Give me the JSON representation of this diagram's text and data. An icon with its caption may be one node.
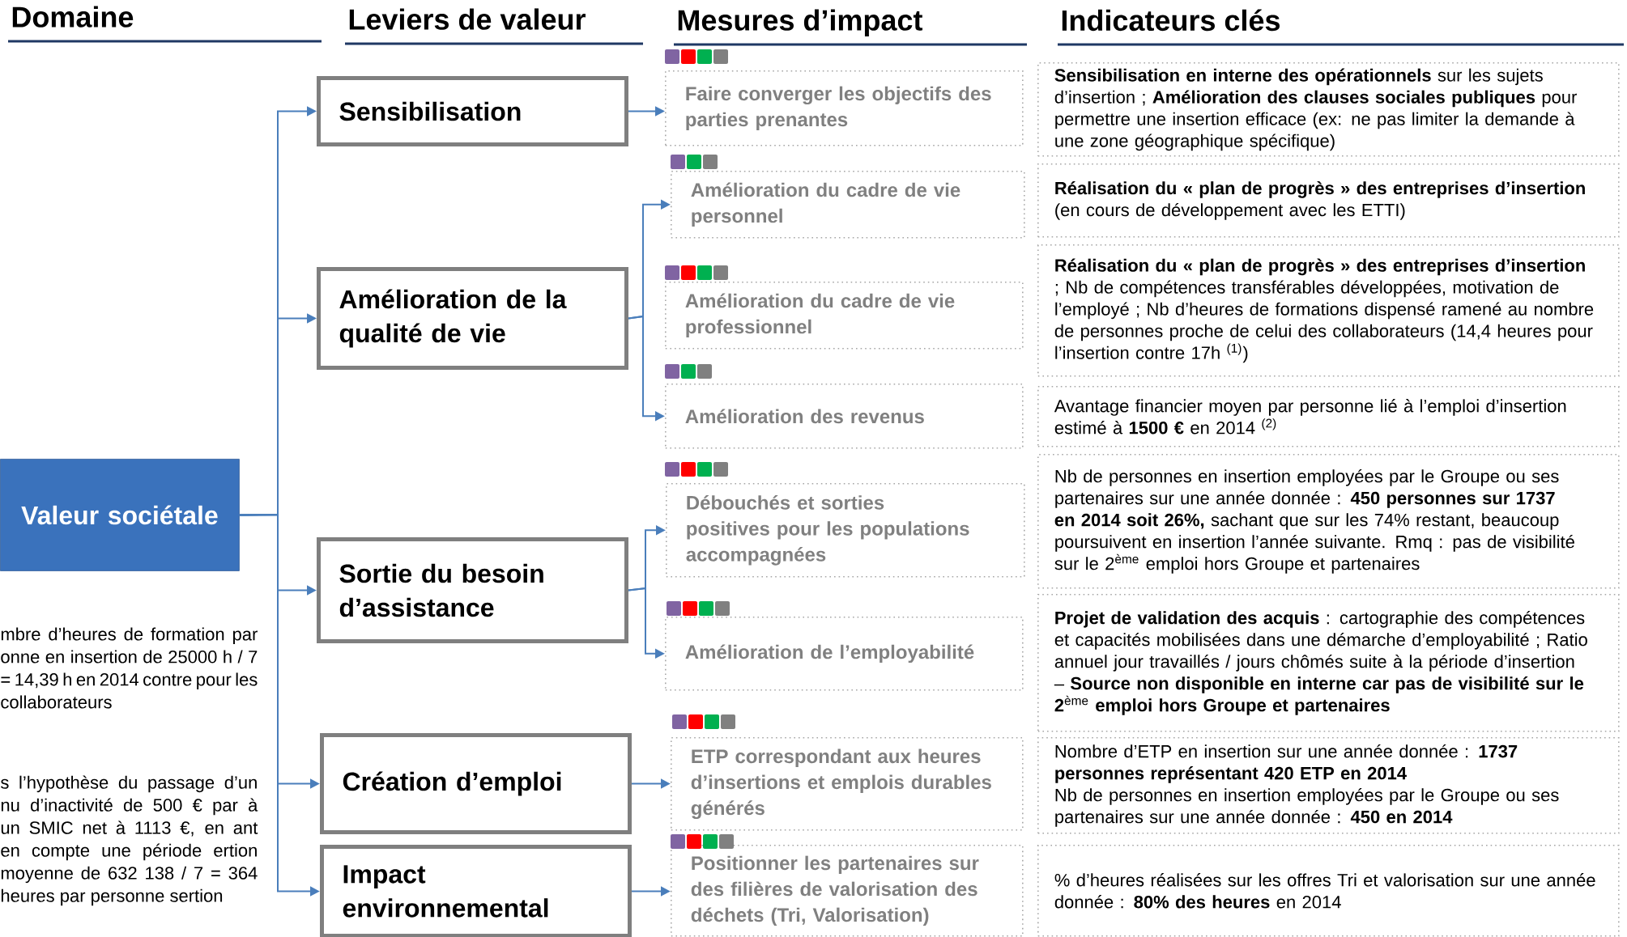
{
  "diagram": {
    "nodes": [
      {
        "text": [
          "Valeur sociétale"
        ]
      },
      {
        "text": [
          "Sensibilisation"
        ]
      },
      {
        "text": [
          "Amélioration de la qualité de vie"
        ]
      },
      {
        "text": [
          "Sortie du besoin d’assistance"
        ]
      },
      {
        "text": [
          "Création d’emploi"
        ]
      },
      {
        "text": [
          "Impact environnemental"
        ]
      },
      {
        "text": [
          "Faire converger les objectifs des parties prenantes"
        ]
      },
      {
        "text": [
          "Amélioration du cadre de vie personnel"
        ]
      },
      {
        "text": [
          "Amélioration du cadre de vie professionnel"
        ]
      },
      {
        "text": [
          "Amélioration des revenus"
        ]
      },
      {
        "text": [
          "Débouchés et sorties positives pour les populations accompagnées"
        ]
      },
      {
        "text": [
          "Amélioration de l’employabilité"
        ]
      },
      {
        "text": [
          "ETP correspondant aux heures d’insertions et emplois durables générés"
        ]
      },
      {
        "text": [
          "Positionner les partenaires sur des filières de valorisation des déchets (Tri, Valorisation)"
        ]
      },
      {
        "text": [
          "**Sensibilisation en interne des opérationnels** sur les sujets d’insertion ; **Amélioration des clauses sociales publiques** pour permettre une insertion efficace (ex: ne pas limiter la demande à une zone géographique spécifique)"
        ]
      },
      {
        "text": [
          "**Réalisation du « plan de progrès » des entreprises d’insertion** (en cours de développement avec les ETTI)"
        ]
      },
      {
        "text": [
          "**Réalisation du « plan de progrès » des entreprises d’insertion** ; Nb de compétences transférables développées, motivation de l’employé ; Nb d’heures de formations dispensé ramené au nombre de personnes proche de celui des collaborateurs (14,4 heures pour l’insertion contre 17h $^{(1)}$)"
        ]
      },
      {
        "text": [
          "Avantage financier moyen par personne lié à l’emploi d’insertion estimé à **1500 €** en 2014 $^{(2)}$"
        ]
      },
      {
        "text": [
          "Nb de personnes en insertion employées par le Groupe ou ses partenaires sur une année donnée : **450 personnes sur 1737 en 2014 soit 26%,** sachant que sur les 74% restant, beaucoup poursuivent en insertion l’année suivante. Rmq : pas de visibilité sur le 2$^{ème}$ emploi hors Groupe et partenaires"
        ]
      },
      {
        "text": [
          "**Projet de validation des acquis** : cartographie des compétences et capacités mobilisées dans une démarche d’employabilité ; Ratio annuel jour travaillés / jours chômés suite à la période d’insertion – **Source non disponible en interne car pas de visibilité sur le 2**$^{ème}$ **emploi hors Groupe et partenaires**"
        ]
      },
      {
        "text": [
          "Nombre d’ETP en insertion sur une année donnée : **1737 personnes représentant 420 ETP en 2014**",
          "Nb de personnes en insertion employées par le Groupe ou ses partenaires sur une année donnée : **450 en 2014**"
        ]
      },
      {
        "text": [
          "% d’heures réalisées sur les offres Tri et valorisation sur une année donnée : **80% des heures** en 2014"
        ]
      }
    ],
    "edges": [
      {
        "from": 0,
        "to": 1,
        "arrow": "to"
      },
      {
        "from": 0,
        "to": 2,
        "arrow": "to"
      },
      {
        "from": 0,
        "to": 3,
        "arrow": "to"
      },
      {
        "from": 0,
        "to": 4,
        "arrow": "to"
      },
      {
        "from": 0,
        "to": 5,
        "arrow": "to"
      },
      {
        "from": 1,
        "to": 6,
        "arrow": "to"
      },
      {
        "from": 2,
        "to": 7,
        "arrow": "to"
      },
      {
        "from": 2,
        "to": 9,
        "arrow": "to"
      },
      {
        "from": 3,
        "to": 10,
        "arrow": "to"
      },
      {
        "from": 3,
        "to": 11,
        "arrow": "to"
      },
      {
        "from": 4,
        "to": 12,
        "arrow": "to"
      },
      {
        "from": 5,
        "to": 13,
        "arrow": "to"
      }
    ],
    "labels": [
      "Domaine",
      "Leviers de valeur",
      "Mesures d’impact",
      "Indicateurs clés",
      "mbre d’heures de formation par onne en insertion de 25000 h / 7 = 14,39 h en 2014 contre pour les collaborateurs",
      "s l’hypothèse du passage d’un nu d’inactivité de 500 € par à un SMIC net à 1113 €, en ant en compte une période ertion moyenne de 632 138 / 7 = 364 heures par personne sertion"
    ]
  }
}
